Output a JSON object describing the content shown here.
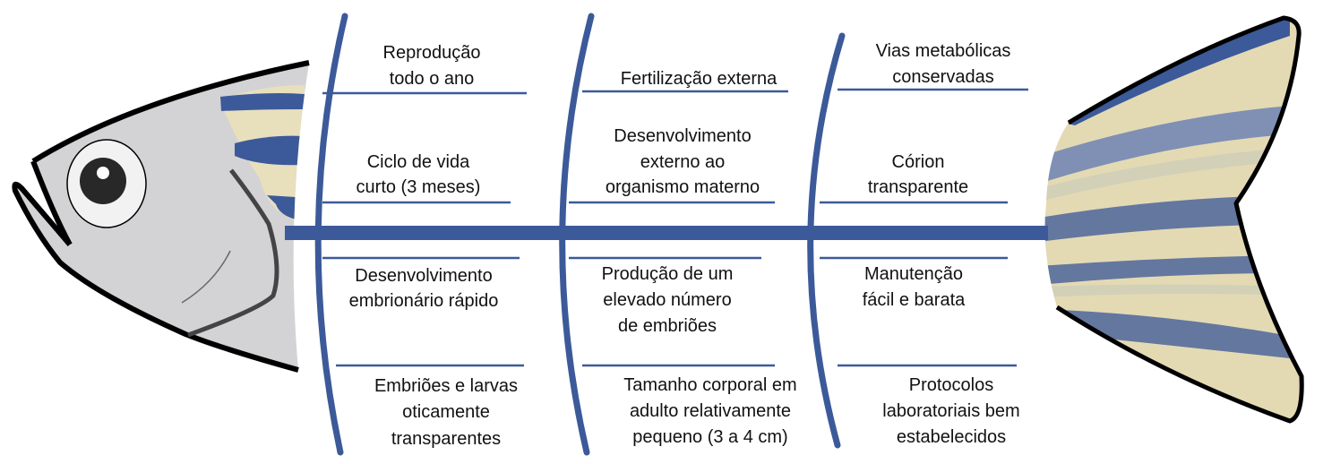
{
  "colors": {
    "bone": "#3c5a99",
    "head": "#d3d2d4",
    "beige": "#e8dfbd",
    "tail_blue": "#64779f",
    "outline": "#000000"
  },
  "ribs": [
    {
      "branches": [
        {
          "lines": [
            "Reprodução",
            "todo o ano"
          ]
        },
        {
          "lines": [
            "Ciclo de vida",
            "curto (3 meses)"
          ]
        },
        {
          "lines": [
            "Desenvolvimento",
            "embrionário rápido"
          ]
        },
        {
          "lines": [
            "Embriões e larvas",
            "oticamente",
            "transparentes"
          ]
        }
      ]
    },
    {
      "branches": [
        {
          "lines": [
            "Fertilização externa"
          ]
        },
        {
          "lines": [
            "Desenvolvimento",
            "externo ao",
            "organismo materno"
          ]
        },
        {
          "lines": [
            "Produção de um",
            "elevado número",
            "de embriões"
          ]
        },
        {
          "lines": [
            "Tamanho corporal em",
            "adulto relativamente",
            "pequeno (3 a 4 cm)"
          ]
        }
      ]
    },
    {
      "branches": [
        {
          "lines": [
            "Vias metabólicas",
            "conservadas"
          ]
        },
        {
          "lines": [
            "Córion",
            "transparente"
          ]
        },
        {
          "lines": [
            "Manutenção",
            "fácil e barata"
          ]
        },
        {
          "lines": [
            "Protocolos",
            "laboratoriais bem",
            "estabelecidos"
          ]
        }
      ]
    }
  ]
}
